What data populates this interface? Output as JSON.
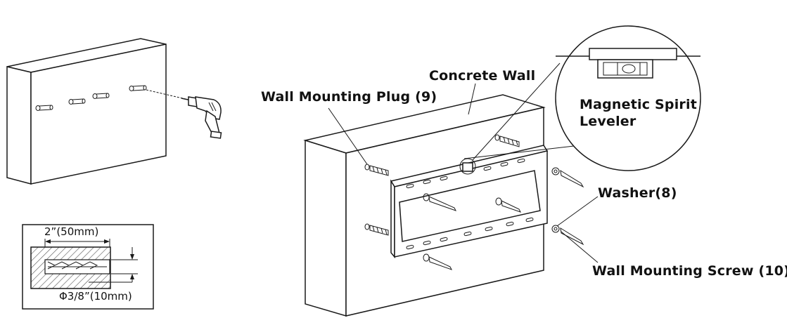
{
  "labels": {
    "concrete_wall": "Concrete Wall",
    "wall_mounting_plug": "Wall Mounting Plug (9)",
    "magnetic_spirit_leveler_line1": "Magnetic Spirit",
    "magnetic_spirit_leveler_line2": "Leveler",
    "washer": "Washer(8)",
    "wall_mounting_screw": "Wall Mounting Screw (10)"
  },
  "drill_detail": {
    "depth": "2”(50mm)",
    "diameter": "Φ3/8”(10mm)"
  },
  "colors": {
    "line": "#1a1a1a",
    "background": "#ffffff",
    "hatch": "#555555"
  }
}
